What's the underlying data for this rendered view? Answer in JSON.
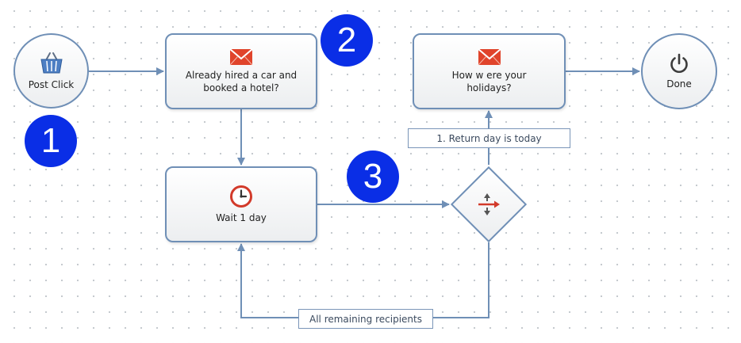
{
  "nodes": {
    "post_click": {
      "label": "Post Click",
      "icon": "basket-icon"
    },
    "email_1": {
      "label": "Already hired a car and\nbooked a hotel?",
      "icon": "envelope-icon"
    },
    "wait": {
      "label": "Wait 1 day",
      "icon": "clock-icon"
    },
    "split": {
      "icon": "split-arrows-icon"
    },
    "email_2": {
      "label": "How w ere your\nholidays?",
      "icon": "envelope-icon"
    },
    "done": {
      "label": "Done",
      "icon": "power-icon"
    }
  },
  "edge_labels": {
    "return_day": "1. Return day is today",
    "remaining": "All remaining recipients"
  },
  "badges": [
    "1",
    "2",
    "3"
  ],
  "colors": {
    "connector": "#6f8fb6",
    "badge": "#0a2ee6",
    "envelope": "#e0442b",
    "clock": "#d23a2a",
    "basket": "#4d7fc4"
  }
}
